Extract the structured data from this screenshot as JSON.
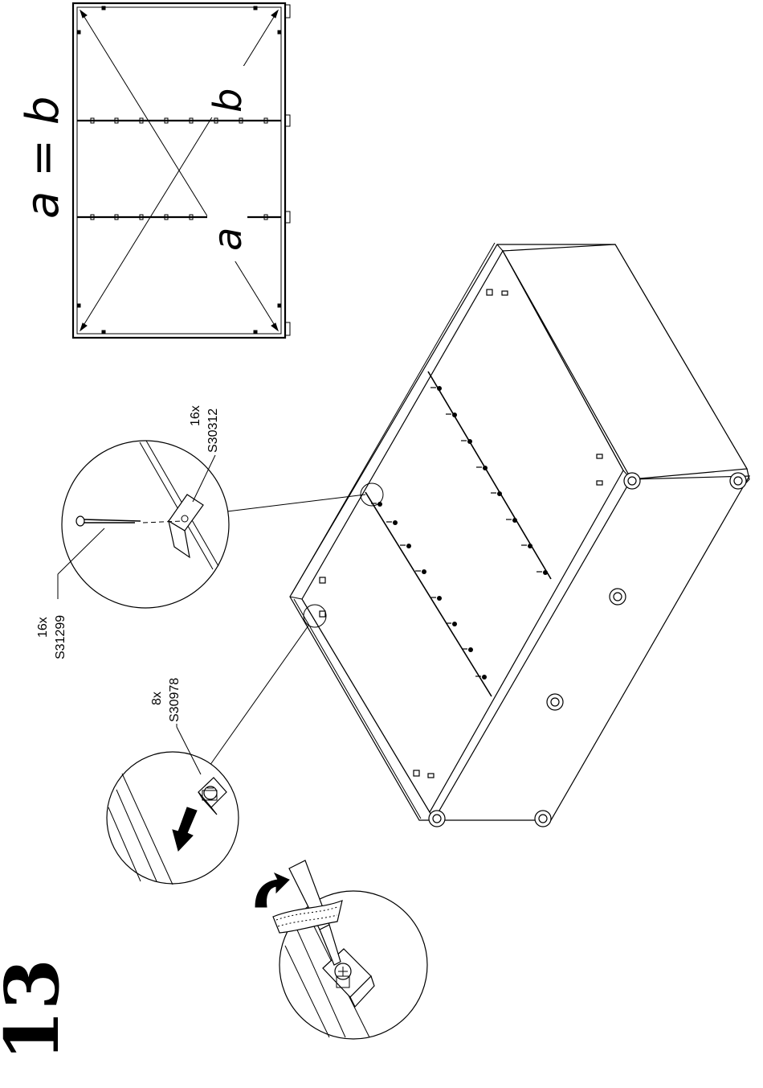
{
  "step": {
    "number": "13"
  },
  "diagonal_check": {
    "equation": "a = b",
    "label_a": "a",
    "label_b": "b"
  },
  "parts": [
    {
      "qty": "16x",
      "code": "S30312"
    },
    {
      "qty": "16x",
      "code": "S31299"
    },
    {
      "qty": "8x",
      "code": "S30978"
    }
  ]
}
